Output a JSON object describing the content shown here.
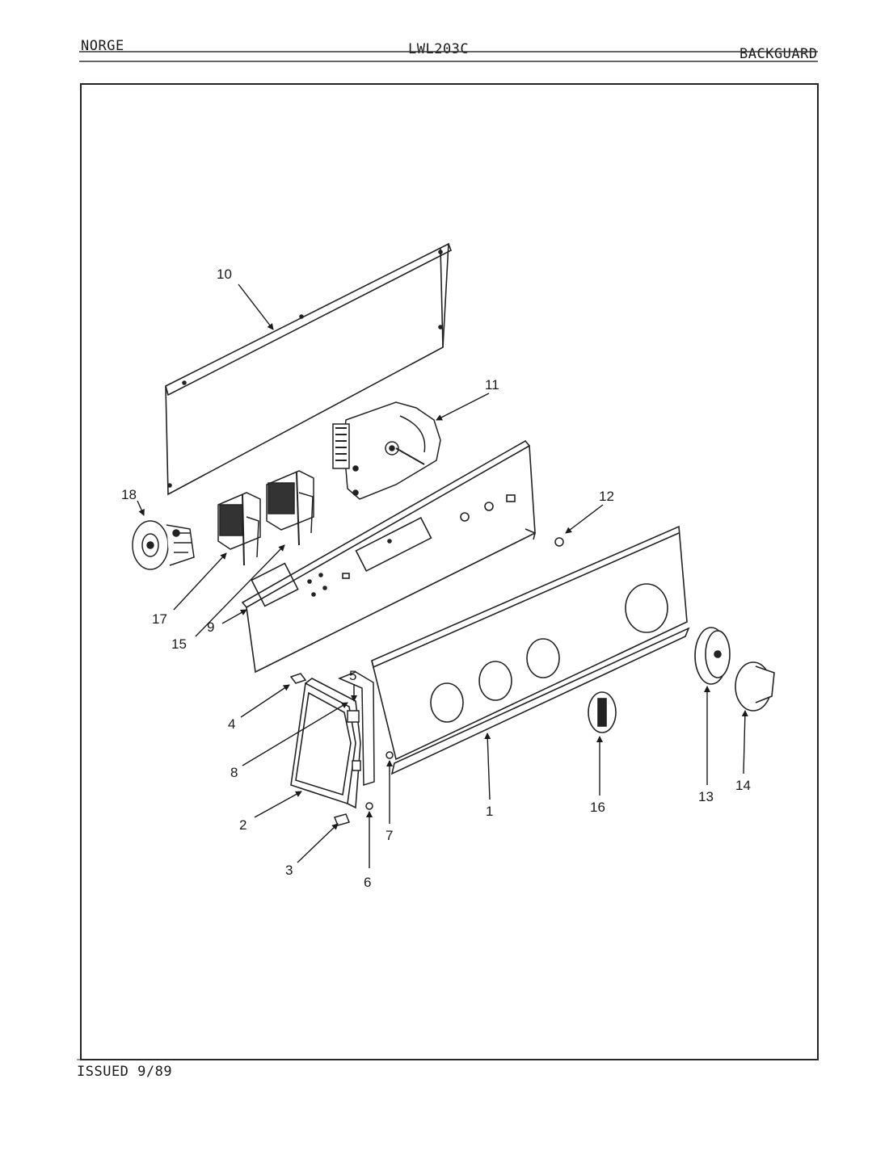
{
  "header": {
    "brand": "NORGE",
    "model": "LWL203C",
    "section": "BACKGUARD"
  },
  "footer": {
    "issued": "ISSUED 9/89"
  },
  "callouts": {
    "c1": "1",
    "c2": "2",
    "c3": "3",
    "c4": "4",
    "c5": "5",
    "c6": "6",
    "c7": "7",
    "c8": "8",
    "c9": "9",
    "c10": "10",
    "c11": "11",
    "c12": "12",
    "c13": "13",
    "c14": "14",
    "c15": "15",
    "c16": "16",
    "c17": "17",
    "c18": "18"
  }
}
